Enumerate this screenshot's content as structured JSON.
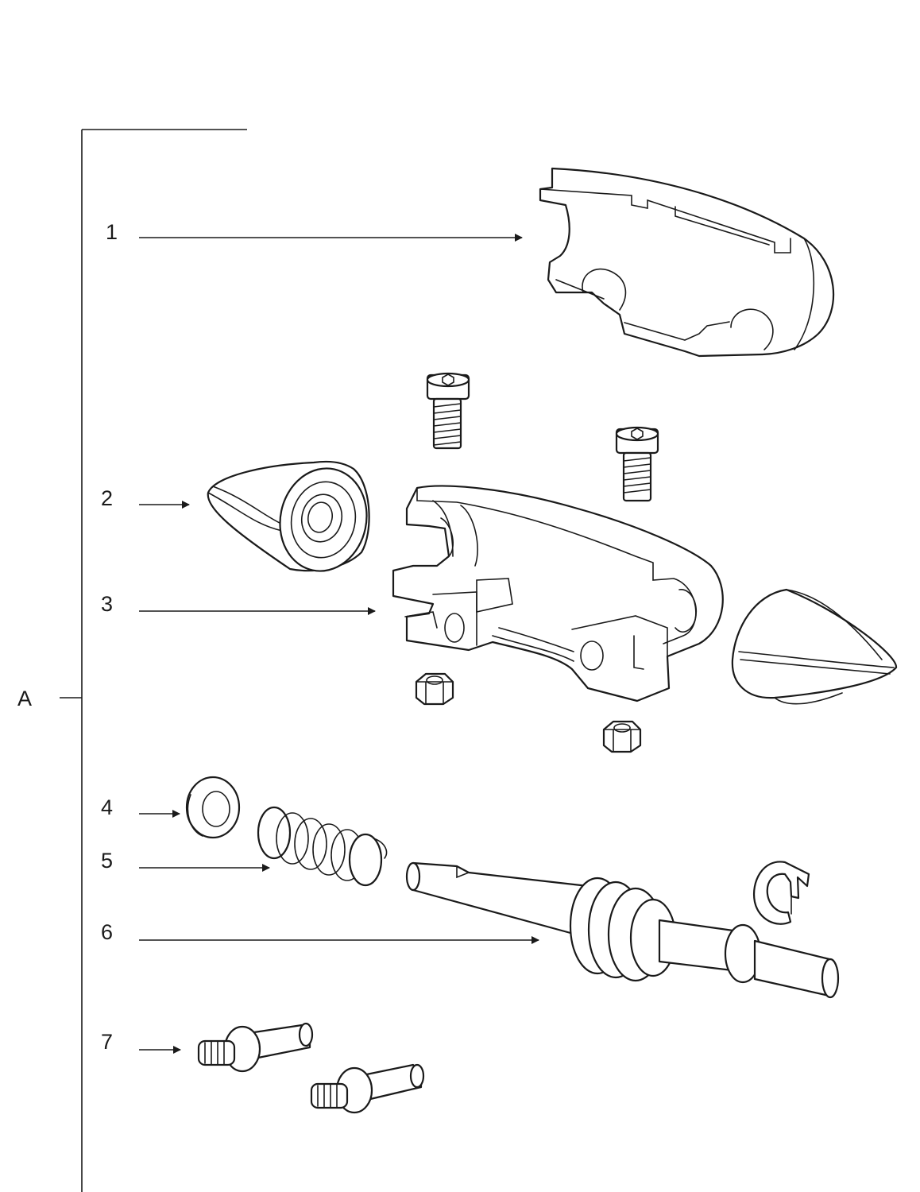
{
  "group_label": "A",
  "callouts": [
    {
      "number": "1",
      "part": "cover-plate"
    },
    {
      "number": "2",
      "part": "cone-end-cap"
    },
    {
      "number": "3",
      "part": "main-housing"
    },
    {
      "number": "4",
      "part": "washer"
    },
    {
      "number": "5",
      "part": "coil-spring"
    },
    {
      "number": "6",
      "part": "spindle-shaft"
    },
    {
      "number": "7",
      "part": "shoulder-screw"
    }
  ],
  "colors": {
    "line": "#1a1a1a",
    "fill": "#ffffff"
  }
}
